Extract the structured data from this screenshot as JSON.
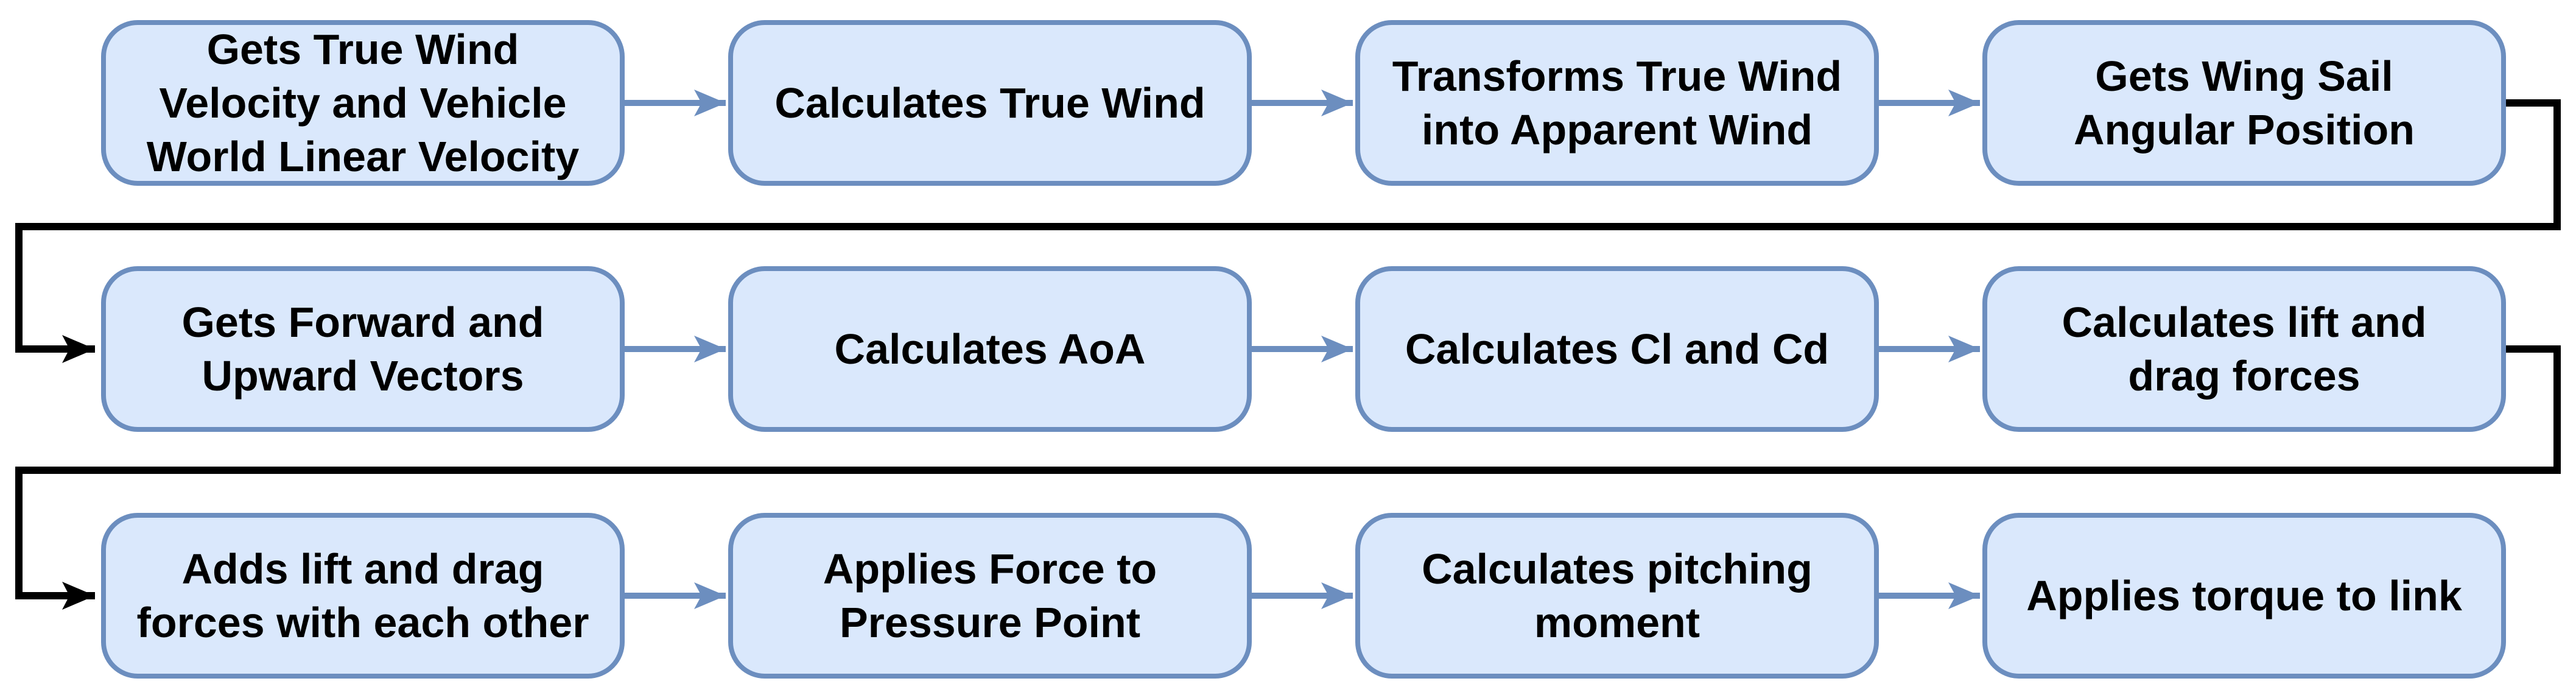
{
  "colors": {
    "background": "#ffffff",
    "box_fill": "#dae8fc",
    "box_border": "#6c8ebf",
    "flow_arrow": "#6c8ebf",
    "wrap_arrow": "#000000",
    "text": "#000000"
  },
  "rows": [
    {
      "boxes": [
        {
          "label": "Gets True Wind\nVelocity and Vehicle\nWorld Linear Velocity"
        },
        {
          "label": "Calculates True Wind"
        },
        {
          "label": "Transforms True Wind\ninto Apparent Wind"
        },
        {
          "label": "Gets Wing Sail\nAngular Position"
        }
      ]
    },
    {
      "boxes": [
        {
          "label": "Gets Forward and\nUpward Vectors"
        },
        {
          "label": "Calculates AoA"
        },
        {
          "label": "Calculates Cl and Cd"
        },
        {
          "label": "Calculates lift and\ndrag forces"
        }
      ]
    },
    {
      "boxes": [
        {
          "label": "Adds lift and drag\nforces with each other"
        },
        {
          "label": "Applies Force to\nPressure Point"
        },
        {
          "label": "Calculates pitching\nmoment"
        },
        {
          "label": "Applies torque to link"
        }
      ]
    }
  ]
}
